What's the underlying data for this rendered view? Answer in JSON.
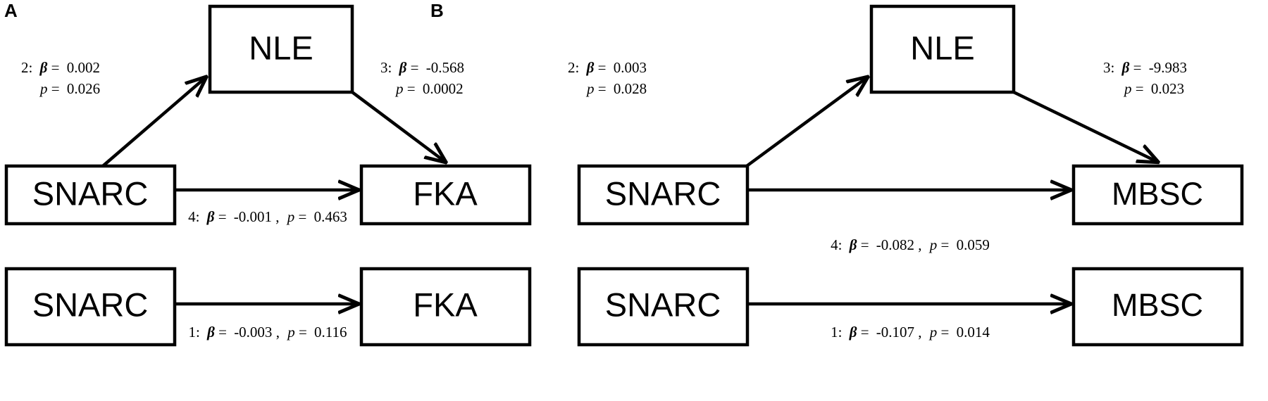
{
  "figure": {
    "type": "mediation-path-diagram",
    "background_color": "#ffffff",
    "line_color": "#000000",
    "box_fill": "#ffffff"
  },
  "panels": [
    {
      "letter": "A",
      "outcome": "FKA",
      "mediator": "NLE",
      "predictor": "SNARC",
      "nodes": {
        "mediator_top": "NLE",
        "predictor_mid": "SNARC",
        "outcome_mid": "FKA",
        "predictor_bottom": "SNARC",
        "outcome_bottom": "FKA"
      },
      "paths": {
        "path2": {
          "index": "2:",
          "beta_symbol": "β",
          "beta_eq": "=",
          "beta_value": "0.002",
          "p_symbol": "p",
          "p_eq": "=",
          "p_value": "0.026",
          "line1": "2: β= 0.002",
          "line2": "p= 0.026"
        },
        "path3": {
          "index": "3:",
          "beta_symbol": "β",
          "beta_eq": "=",
          "beta_value": "-0.568",
          "p_symbol": "p",
          "p_eq": "=",
          "p_value": "0.0002",
          "line1": "3: β= -0.568",
          "line2": "p= 0.0002"
        },
        "path4": {
          "index": "4:",
          "beta_symbol": "β",
          "beta_eq": "=",
          "beta_value": "-0.001",
          "p_symbol": "p",
          "p_eq": "=",
          "p_value": "0.463",
          "full": "4: β= -0.001, p= 0.463"
        },
        "path1": {
          "index": "1:",
          "beta_symbol": "β",
          "beta_eq": "=",
          "beta_value": "-0.003",
          "p_symbol": "p",
          "p_eq": "=",
          "p_value": "0.116",
          "full": "1: β= -0.003, p= 0.116"
        }
      }
    },
    {
      "letter": "B",
      "outcome": "MBSC",
      "mediator": "NLE",
      "predictor": "SNARC",
      "nodes": {
        "mediator_top": "NLE",
        "predictor_mid": "SNARC",
        "outcome_mid": "MBSC",
        "predictor_bottom": "SNARC",
        "outcome_bottom": "MBSC"
      },
      "paths": {
        "path2": {
          "index": "2:",
          "beta_symbol": "β",
          "beta_eq": "=",
          "beta_value": "0.003",
          "p_symbol": "p",
          "p_eq": "=",
          "p_value": "0.028",
          "line1": "2: β= 0.003",
          "line2": "p= 0.028"
        },
        "path3": {
          "index": "3:",
          "beta_symbol": "β",
          "beta_eq": "=",
          "beta_value": "-9.983",
          "p_symbol": "p",
          "p_eq": "=",
          "p_value": "0.023",
          "line1": "3: β= -9.983",
          "line2": "p= 0.023"
        },
        "path4": {
          "index": "4:",
          "beta_symbol": "β",
          "beta_eq": "=",
          "beta_value": "-0.082",
          "p_symbol": "p",
          "p_eq": "=",
          "p_value": "0.059",
          "full": "4: β= -0.082, p= 0.059"
        },
        "path1": {
          "index": "1:",
          "beta_symbol": "β",
          "beta_eq": "=",
          "beta_value": "-0.107",
          "p_symbol": "p",
          "p_eq": "=",
          "p_value": "0.014",
          "full": "1: β= -0.107, p= 0.014"
        }
      }
    }
  ]
}
